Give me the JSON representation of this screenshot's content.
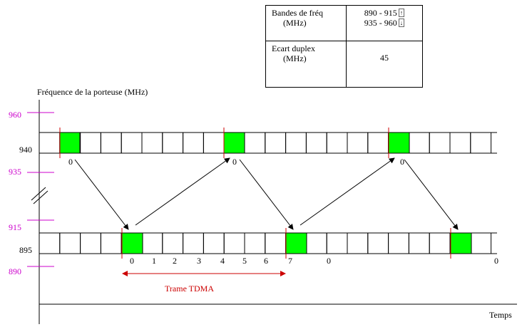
{
  "table": {
    "bands_label_line1": "Bandes de fréq",
    "bands_label_line2": "(MHz)",
    "band_up": "890 - 915",
    "band_up_arrow": "↑",
    "band_down": "935 - 960",
    "band_down_arrow": "↓",
    "duplex_label_line1": "Ecart duplex",
    "duplex_label_line2": "(MHz)",
    "duplex_value": "45"
  },
  "axis": {
    "y_title": "Fréquence de la porteuse (MHz)",
    "x_title": "Temps"
  },
  "freq_labels": {
    "f960": "960",
    "f940": "940",
    "f935": "935",
    "f915": "915",
    "f895": "895",
    "f890": "890"
  },
  "slot_labels": {
    "top": [
      "0",
      "0",
      "0"
    ],
    "bottom_sequence": [
      "0",
      "1",
      "2",
      "3",
      "4",
      "5",
      "6",
      "7"
    ],
    "bottom_next": "0",
    "bottom_end": "0"
  },
  "frame_label": "Trame TDMA",
  "colors": {
    "active_slot": "#00ff00",
    "band_edge": "#cc00cc",
    "frame_marker": "#cc0000",
    "frame_text": "#cc0000",
    "slot_border": "#000000"
  }
}
